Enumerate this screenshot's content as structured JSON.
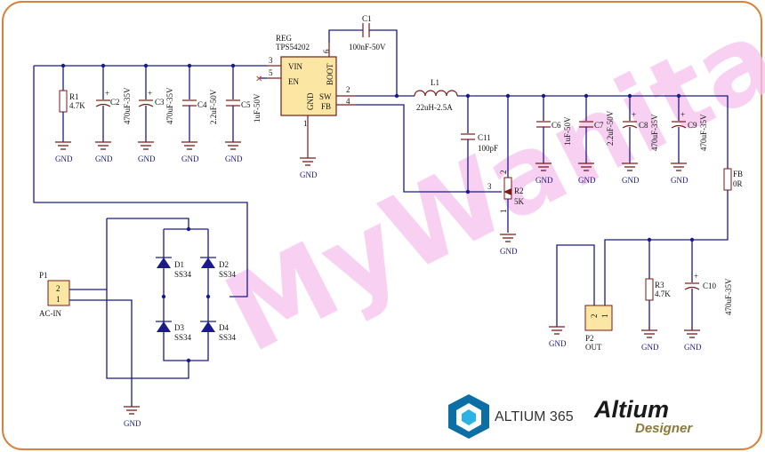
{
  "colors": {
    "border": "#d9823b",
    "wire": "#1a1a8c",
    "pin": "#7a1a1a",
    "ic_fill": "#fbe6a3",
    "watermark": "#f6c2ee",
    "altium_blue": "#0b6fa6"
  },
  "watermark": "MyWanitar",
  "reg": {
    "ref": "REG",
    "part": "TPS54202",
    "pins": {
      "vin": "VIN",
      "en": "EN",
      "gnd": "GND",
      "boot": "BOOT",
      "sw": "SW",
      "fb": "FB"
    },
    "pin_numbers": {
      "vin": "3",
      "en": "5",
      "gnd": "1",
      "boot": "6",
      "sw": "2",
      "fb": "4"
    }
  },
  "c1": {
    "ref": "C1",
    "value": "100nF-50V"
  },
  "l1": {
    "ref": "L1",
    "value": "22uH-2.5A"
  },
  "r1": {
    "ref": "R1",
    "value": "4.7K"
  },
  "c2": {
    "ref": "C2",
    "value": "470uF-35V"
  },
  "c3": {
    "ref": "C3",
    "value": "470uF-35V"
  },
  "c4": {
    "ref": "C4",
    "value": "2.2uF-50V"
  },
  "c5": {
    "ref": "C5",
    "value": "1uF-50V"
  },
  "c11": {
    "ref": "C11",
    "value": "100pF"
  },
  "c6": {
    "ref": "C6",
    "value": "1uF-50V"
  },
  "c7": {
    "ref": "C7",
    "value": "2.2uF-50V"
  },
  "c8": {
    "ref": "C8",
    "value": "470uF-35V"
  },
  "c9": {
    "ref": "C9",
    "value": "470uF-35V"
  },
  "r2": {
    "ref": "R2",
    "value": "5K",
    "pins": [
      "3",
      "2",
      "1"
    ]
  },
  "fb": {
    "ref": "FB",
    "value": "0R"
  },
  "r3": {
    "ref": "R3",
    "value": "4.7K"
  },
  "c10": {
    "ref": "C10",
    "value": "470uF-35V"
  },
  "d1": {
    "ref": "D1",
    "value": "SS34"
  },
  "d2": {
    "ref": "D2",
    "value": "SS34"
  },
  "d3": {
    "ref": "D3",
    "value": "SS34"
  },
  "d4": {
    "ref": "D4",
    "value": "SS34"
  },
  "p1": {
    "ref": "P1",
    "name": "AC-IN",
    "pins": [
      "2",
      "1"
    ]
  },
  "p2": {
    "ref": "P2",
    "name": "OUT",
    "pins": [
      "2",
      "1"
    ]
  },
  "gnd_label": "GND",
  "plus_sign": "+",
  "logos": {
    "altium365": "ALTIUM 365",
    "altium": "Altium",
    "designer": "Designer"
  }
}
